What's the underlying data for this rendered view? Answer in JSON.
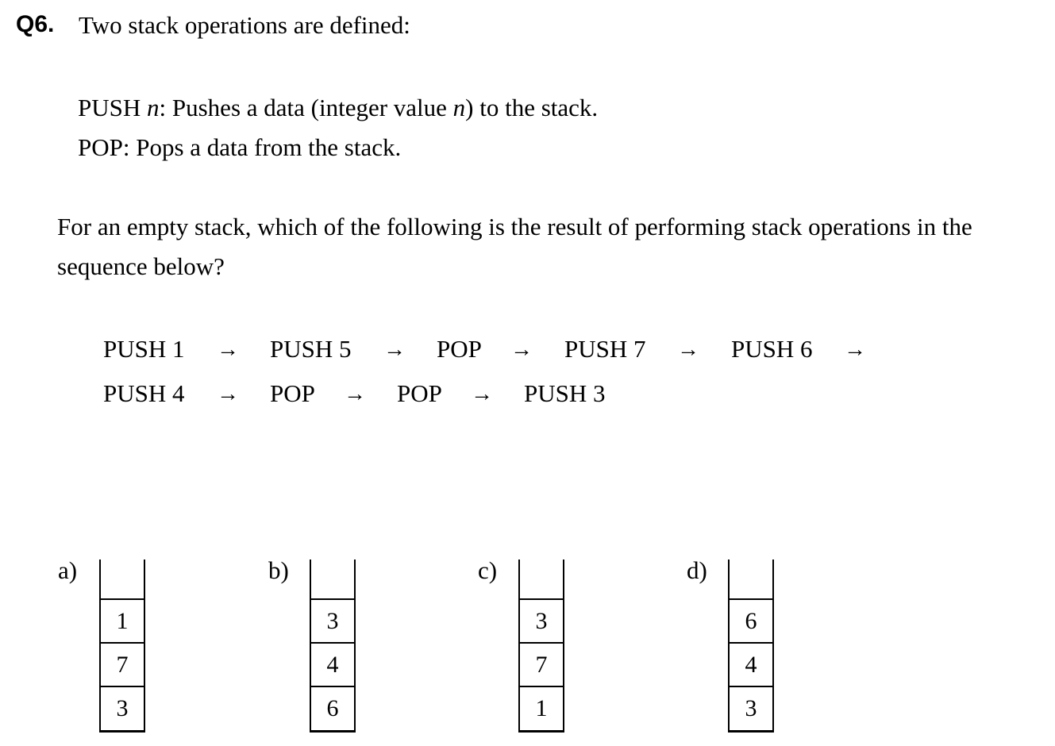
{
  "question": {
    "number": "Q6.",
    "title": "Two stack operations are defined:",
    "definitions": [
      {
        "term": "PUSH ",
        "var": "n",
        "rest_a": ": Pushes a data (integer value ",
        "var2": "n",
        "rest_b": ") to the stack."
      },
      {
        "text": "POP: Pops a data from the stack."
      }
    ],
    "prompt_line1": "For an empty stack, which of the following is the result of performing stack operations in the",
    "prompt_line2": "sequence below?"
  },
  "sequence": {
    "arrow": "→",
    "row1": [
      "PUSH 1",
      "PUSH 5",
      "POP",
      "PUSH 7",
      "PUSH 6"
    ],
    "row2": [
      "PUSH 4",
      "POP",
      "POP",
      "PUSH 3"
    ]
  },
  "options": [
    {
      "label": "a)",
      "cells": [
        "1",
        "7",
        "3"
      ]
    },
    {
      "label": "b)",
      "cells": [
        "3",
        "4",
        "6"
      ]
    },
    {
      "label": "c)",
      "cells": [
        "3",
        "7",
        "1"
      ]
    },
    {
      "label": "d)",
      "cells": [
        "6",
        "4",
        "3"
      ]
    }
  ]
}
